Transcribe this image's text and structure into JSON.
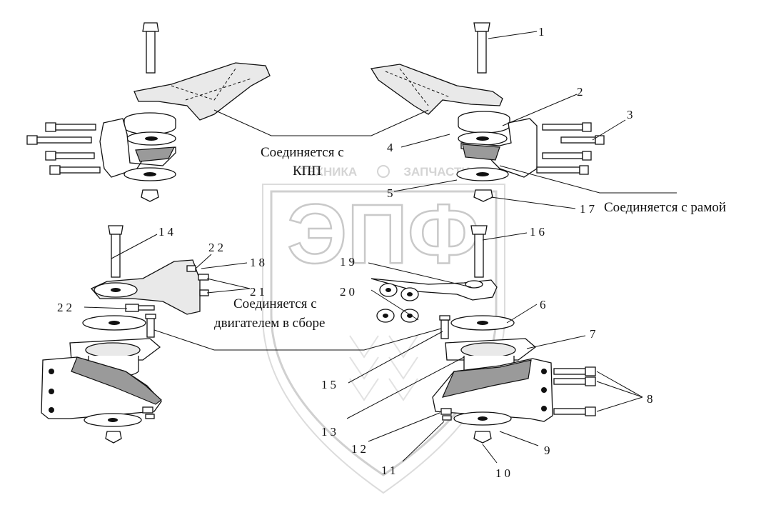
{
  "watermark": {
    "logo_text": "ЭПФ",
    "left_word": "ТЕХНИКА",
    "right_word": "ЗАПЧАСТИ"
  },
  "notes": {
    "kpp_line1": "Соединяется с",
    "kpp_line2": "КПП",
    "frame": "Соединяется с рамой",
    "engine_line1": "Соединяется с",
    "engine_line2": "двигателем в сборе"
  },
  "callouts": [
    "1",
    "2",
    "3",
    "4",
    "5",
    "6",
    "7",
    "8",
    "9",
    "10",
    "11",
    "12",
    "13",
    "14",
    "15",
    "16",
    "17",
    "18",
    "19",
    "20",
    "21",
    "22"
  ]
}
